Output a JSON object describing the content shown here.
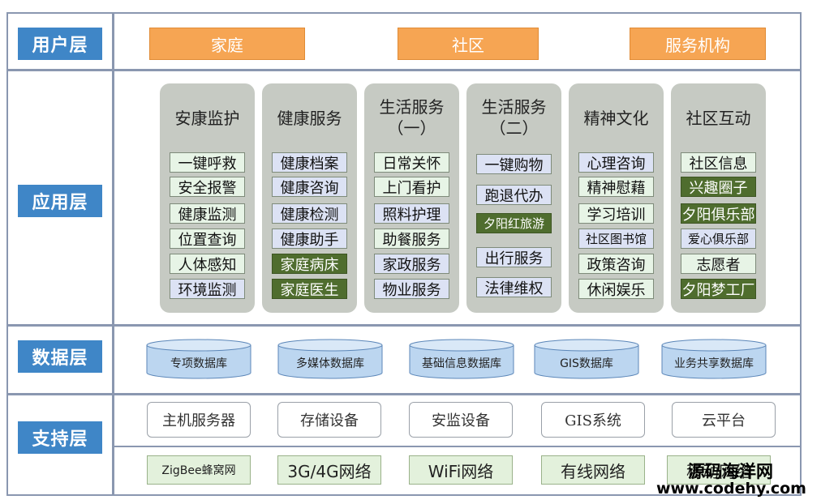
{
  "layers": {
    "user": "用户层",
    "app": "应用层",
    "data": "数据层",
    "support": "支持层"
  },
  "user_layer": [
    "家庭",
    "社区",
    "服务机构"
  ],
  "app_columns": [
    {
      "title": "安康监护",
      "items": [
        "一键呼救",
        "安全报警",
        "健康监测",
        "位置查询",
        "人体感知",
        "环境监测"
      ]
    },
    {
      "title": "健康服务",
      "items": [
        "健康档案",
        "健康咨询",
        "健康检测",
        "健康助手",
        "家庭病床",
        "家庭医生"
      ]
    },
    {
      "title": "生活服务\n（一）",
      "items": [
        "日常关怀",
        "上门看护",
        "照料护理",
        "助餐服务",
        "家政服务",
        "物业服务"
      ]
    },
    {
      "title": "生活服务\n（二）",
      "items": [
        "一键购物",
        "跑退代办",
        "夕阳红旅游",
        "出行服务",
        "法律维权"
      ]
    },
    {
      "title": "精神文化",
      "items": [
        "心理咨询",
        "精神慰藉",
        "学习培训",
        "社区图书馆",
        "政策咨询",
        "休闲娱乐"
      ]
    },
    {
      "title": "社区互动",
      "items": [
        "社区信息",
        "兴趣圈子",
        "夕阳俱乐部",
        "爱心俱乐部",
        "志愿者",
        "夕阳梦工厂"
      ]
    }
  ],
  "databases": [
    "专项数据库",
    "多媒体数据库",
    "基础信息数据库",
    "GIS数据库",
    "业务共享数据库"
  ],
  "support_systems": [
    "主机服务器",
    "存储设备",
    "安监设备",
    "GIS系统",
    "云平台"
  ],
  "networks": [
    "ZigBee蜂窝网",
    "3G/4G网络",
    "WiFi网络",
    "有线网络",
    "移动网络"
  ],
  "watermark": {
    "name": "源码海洋网",
    "url": "www.codehy.com"
  },
  "colors": {
    "label_blue": "#3f86c7",
    "user_orange": "#f6a553",
    "item_dark_green": "#4f6d2e",
    "db_blue": "#bcd6f0"
  }
}
